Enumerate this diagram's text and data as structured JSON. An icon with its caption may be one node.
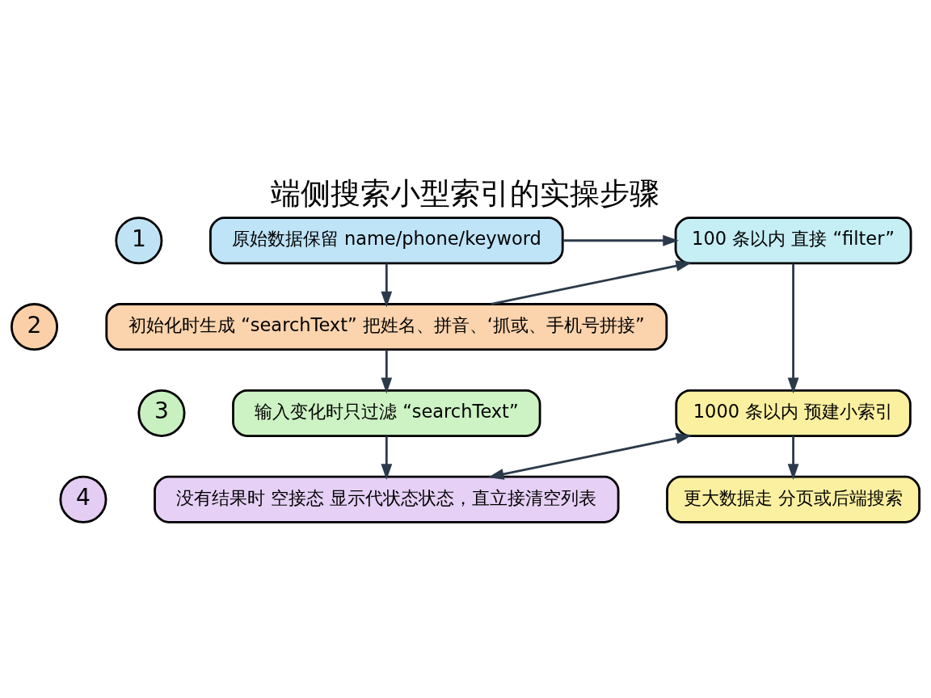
{
  "diagram": {
    "title": "端侧搜索小型索引的实操步骤",
    "nodes": [
      {
        "text": [
          "1"
        ]
      },
      {
        "text": [
          "2"
        ]
      },
      {
        "text": [
          "3"
        ]
      },
      {
        "text": [
          "4"
        ]
      },
      {
        "text": [
          "原始数据保留 name/phone/keyword"
        ]
      },
      {
        "text": [
          "初始化时生成 “searchText” 把姓名、拼音、‘抓或、手机号拼接”"
        ]
      },
      {
        "text": [
          "输入变化时只过滤 “searchText”"
        ]
      },
      {
        "text": [
          "没有结果时 空接态 显示代状态状态，直立接清空列表"
        ]
      },
      {
        "text": [
          "100 条以内 直接 “filter”"
        ]
      },
      {
        "text": [
          "1000 条以内 预建小索引"
        ]
      },
      {
        "text": [
          "更大数据走 分页或后端搜索"
        ]
      }
    ],
    "edges": [
      {
        "from": 4,
        "to": 5,
        "arrow": "to"
      },
      {
        "from": 5,
        "to": 6,
        "arrow": "to"
      },
      {
        "from": 6,
        "to": 7,
        "arrow": "to"
      },
      {
        "from": 4,
        "to": 8,
        "arrow": "to"
      },
      {
        "from": 5,
        "to": 8,
        "arrow": "to"
      },
      {
        "from": 8,
        "to": 9,
        "arrow": "to"
      },
      {
        "from": 9,
        "to": 10,
        "arrow": "to"
      },
      {
        "from": 9,
        "to": 7,
        "arrow": "both"
      }
    ]
  }
}
